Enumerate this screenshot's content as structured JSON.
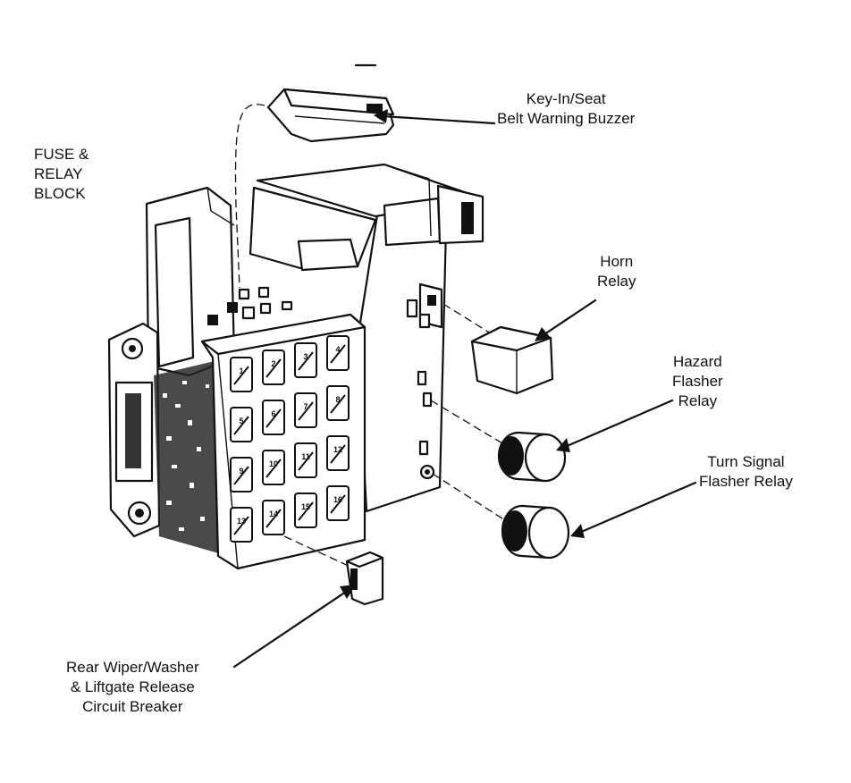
{
  "labels": {
    "fuse_relay_block": [
      "FUSE &",
      "RELAY",
      "BLOCK"
    ],
    "key_in_buzzer": [
      "Key-In/Seat",
      "Belt Warning Buzzer"
    ],
    "horn_relay": [
      "Horn",
      "Relay"
    ],
    "hazard_flasher": [
      "Hazard",
      "Flasher",
      "Relay"
    ],
    "turn_signal": [
      "Turn Signal",
      "Flasher Relay"
    ],
    "rear_wiper": [
      "Rear Wiper/Washer",
      "& Liftgate Release",
      "Circuit Breaker"
    ]
  },
  "fuses": [
    "1",
    "2",
    "3",
    "4",
    "5",
    "6",
    "7",
    "8",
    "9",
    "10",
    "11",
    "12",
    "13",
    "14",
    "15",
    "16"
  ],
  "colors": {
    "ink": "#111111",
    "paper": "#ffffff"
  }
}
